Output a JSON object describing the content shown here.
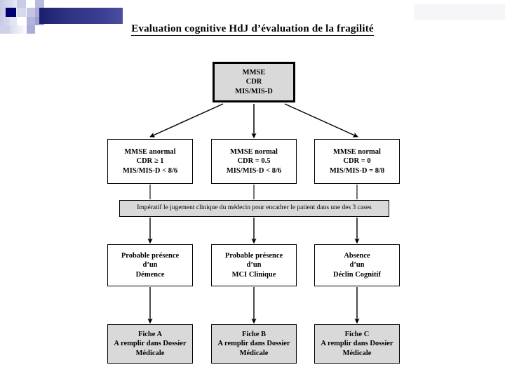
{
  "slide": {
    "title": "Evaluation cognitive HdJ d’évaluation de la fragilité",
    "background_color": "#ffffff"
  },
  "decoration": {
    "accent_color": "#000073",
    "bar_color": "#2e3382",
    "tile_color": "#b8bbdf",
    "right_strip_color": "#f6f6f9"
  },
  "flow": {
    "root": {
      "lines": [
        "MMSE",
        "CDR",
        "MIS/MIS-D"
      ],
      "fill_color": "#d9d9d9",
      "border_color": "#000000"
    },
    "criteria": [
      {
        "id": "criteria-anormal",
        "lines": [
          "MMSE anormal",
          "CDR ≥ 1",
          "MIS/MIS-D < 8/6"
        ],
        "fill_color": "#ffffff"
      },
      {
        "id": "criteria-mci",
        "lines": [
          "MMSE normal",
          "CDR = 0.5",
          "MIS/MIS-D < 8/6"
        ],
        "fill_color": "#ffffff"
      },
      {
        "id": "criteria-normal",
        "lines": [
          "MMSE normal",
          "CDR = 0",
          "MIS/MIS-D = 8/8"
        ],
        "fill_color": "#ffffff"
      }
    ],
    "banner": {
      "text": "Impératif le jugement clinique du médecin pour encadrer le patient dans une des 3 cases",
      "fill_color": "#d9d9d9"
    },
    "conclusions": [
      {
        "id": "conclusion-demence",
        "lines": [
          "Probable présence",
          "d’un",
          "Démence"
        ],
        "fill_color": "#ffffff"
      },
      {
        "id": "conclusion-mci",
        "lines": [
          "Probable présence",
          "d’un",
          "MCI Clinique"
        ],
        "fill_color": "#ffffff"
      },
      {
        "id": "conclusion-absence",
        "lines": [
          "Absence",
          "d’un",
          "Déclin Cognitif"
        ],
        "fill_color": "#ffffff"
      }
    ],
    "fiches": [
      {
        "id": "fiche-a",
        "lines": [
          "Fiche A",
          "A remplir dans Dossier",
          "Médicale"
        ],
        "fill_color": "#d9d9d9"
      },
      {
        "id": "fiche-b",
        "lines": [
          "Fiche B",
          "A remplir dans Dossier",
          "Médicale"
        ],
        "fill_color": "#d9d9d9"
      },
      {
        "id": "fiche-c",
        "lines": [
          "Fiche C",
          "A remplir dans Dossier",
          "Médicale"
        ],
        "fill_color": "#d9d9d9"
      }
    ]
  }
}
